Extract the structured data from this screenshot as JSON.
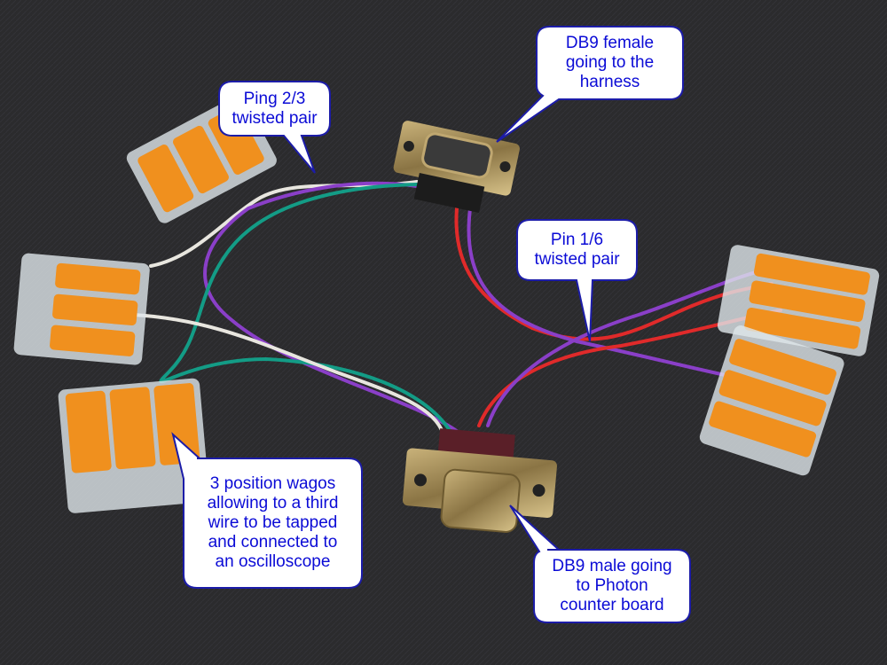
{
  "colors": {
    "background": "#2b2b2d",
    "callout_text": "#0b0bd6",
    "callout_border": "#1c1ca8",
    "wire_red": "#e02a2a",
    "wire_purple": "#8a3fc8",
    "wire_teal": "#139c86",
    "wire_white": "#e8e6df",
    "wago_orange": "#f0901e"
  },
  "callouts": {
    "ping23": {
      "lines": [
        "Ping 2/3",
        "twisted pair"
      ]
    },
    "db9_female": {
      "lines": [
        "DB9 female",
        "going to the",
        "harness"
      ]
    },
    "pin16": {
      "lines": [
        "Pin 1/6",
        "twisted pair"
      ]
    },
    "wagos": {
      "lines": [
        "3 position wagos",
        "allowing to a third",
        "wire to be tapped",
        "and connected to",
        "an oscilloscope"
      ]
    },
    "db9_male": {
      "lines": [
        "DB9 male going",
        "to Photon",
        "counter board"
      ]
    }
  }
}
